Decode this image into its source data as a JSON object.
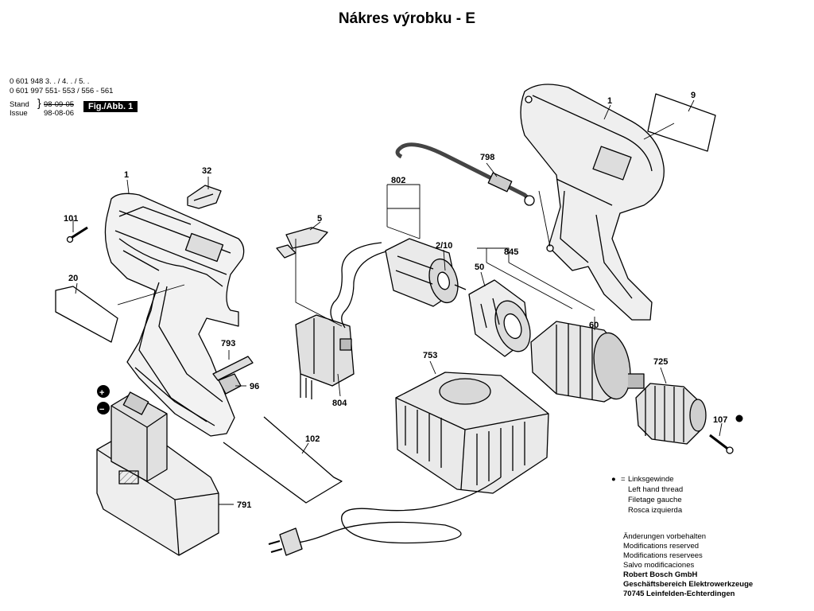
{
  "title": "Nákres výrobku - E",
  "header": {
    "line1": "0 601 948 3. . / 4. . / 5. .",
    "line2": "0 601 997 551- 553 / 556 - 561",
    "stand_label": "Stand",
    "issue_label": "Issue",
    "stand_date": "98-09-05",
    "issue_date": "98-08-06",
    "figure_badge": "Fig./Abb. 1"
  },
  "part_labels": {
    "p1_housing_left": "1",
    "p1_housing_right": "1",
    "p9": "9",
    "p20": "20",
    "p32": "32",
    "p101": "101",
    "p5": "5",
    "p802": "802",
    "p798": "798",
    "p2_10": "2/10",
    "p845": "845",
    "p50": "50",
    "p60": "60",
    "p793": "793",
    "p96": "96",
    "p804": "804",
    "p753": "753",
    "p725": "725",
    "p107": "107",
    "p102": "102",
    "p791": "791",
    "plus": "+",
    "minus": "−"
  },
  "legend": {
    "bullet": "●",
    "sep": "=",
    "lines": [
      "Linksgewinde",
      "Left hand thread",
      "Filetage gauche",
      "Rosca izquierda"
    ]
  },
  "footer": {
    "lines": [
      "Änderungen vorbehalten",
      "Modifications reserved",
      "Modifications reservees",
      "Salvo modificaciones"
    ],
    "company": [
      "Robert Bosch GmbH",
      "Geschäftsbereich Elektrowerkzeuge",
      "70745 Leinfelden-Echterdingen"
    ]
  }
}
